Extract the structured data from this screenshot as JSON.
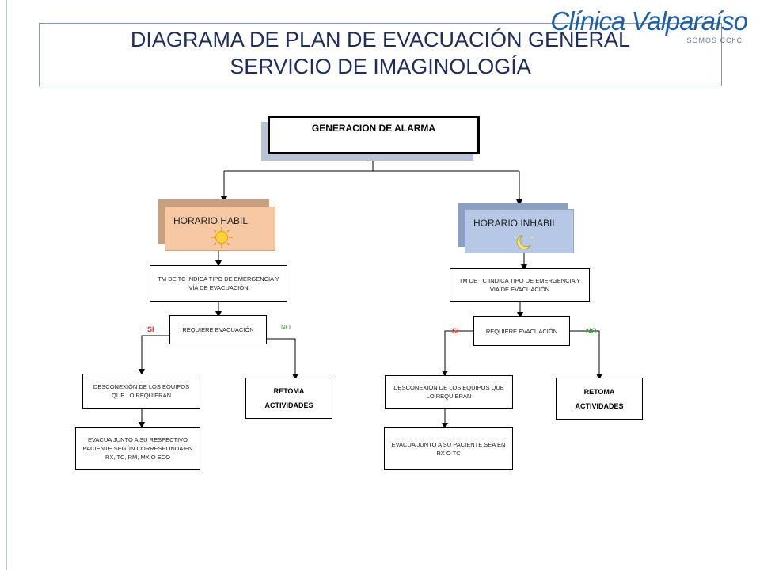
{
  "title": {
    "line1": "DIAGRAMA DE PLAN DE EVACUACIÓN GENERAL",
    "line2": "SERVICIO DE IMAGINOLOGÍA"
  },
  "logo": {
    "name": "Clínica Valparaíso",
    "tagline": "SOMOS CChC"
  },
  "flow": {
    "alarm": "GENERACION DE ALARMA",
    "left": {
      "shift": "HORARIO HABIL",
      "shift_icon": "sun-icon",
      "indicates": "TM DE TC  INDICA TIPO DE EMERGENCIA Y  VÍA DE EVACUACIÓN",
      "decision": "REQUIERE EVACUACIÓN",
      "yes": "SI",
      "no": "NO",
      "disconnect": "DESCONEXIÓN DE LOS EQUIPOS QUE LO REQUIERAN",
      "evacuate": "EVACUA JUNTO A SU RESPECTIVO PACIENTE SEGÚN CORRESPONDA EN RX, TC, RM, MX O ECO",
      "resume": "RETOMA ACTIVIDADES"
    },
    "right": {
      "shift": "HORARIO INHABIL",
      "shift_icon": "moon-icon",
      "indicates": "TM DE TC INDICA TIPO DE EMERGENCIA Y VIA DE EVACUACIÓN",
      "decision": "REQUIERE EVACUACIÓN",
      "yes": "SI",
      "no": "NO",
      "disconnect": "DESCONEXIÓN DE LOS EQUIPOS QUE LO REQUIERAN",
      "evacuate": "EVACUA JUNTO A SU PACIENTE SEA EN RX O TC",
      "resume": "RETOMA ACTIVIDADES"
    }
  },
  "colors": {
    "title": "#1f2d5c",
    "yes": "#e0302a",
    "no": "#3a9a3a",
    "day_card": "#f6c9a4",
    "day_shadow": "#c9a07f",
    "night_card": "#b6c8e6",
    "night_shadow": "#8d9fbe",
    "logo": "#1f5fa8"
  }
}
